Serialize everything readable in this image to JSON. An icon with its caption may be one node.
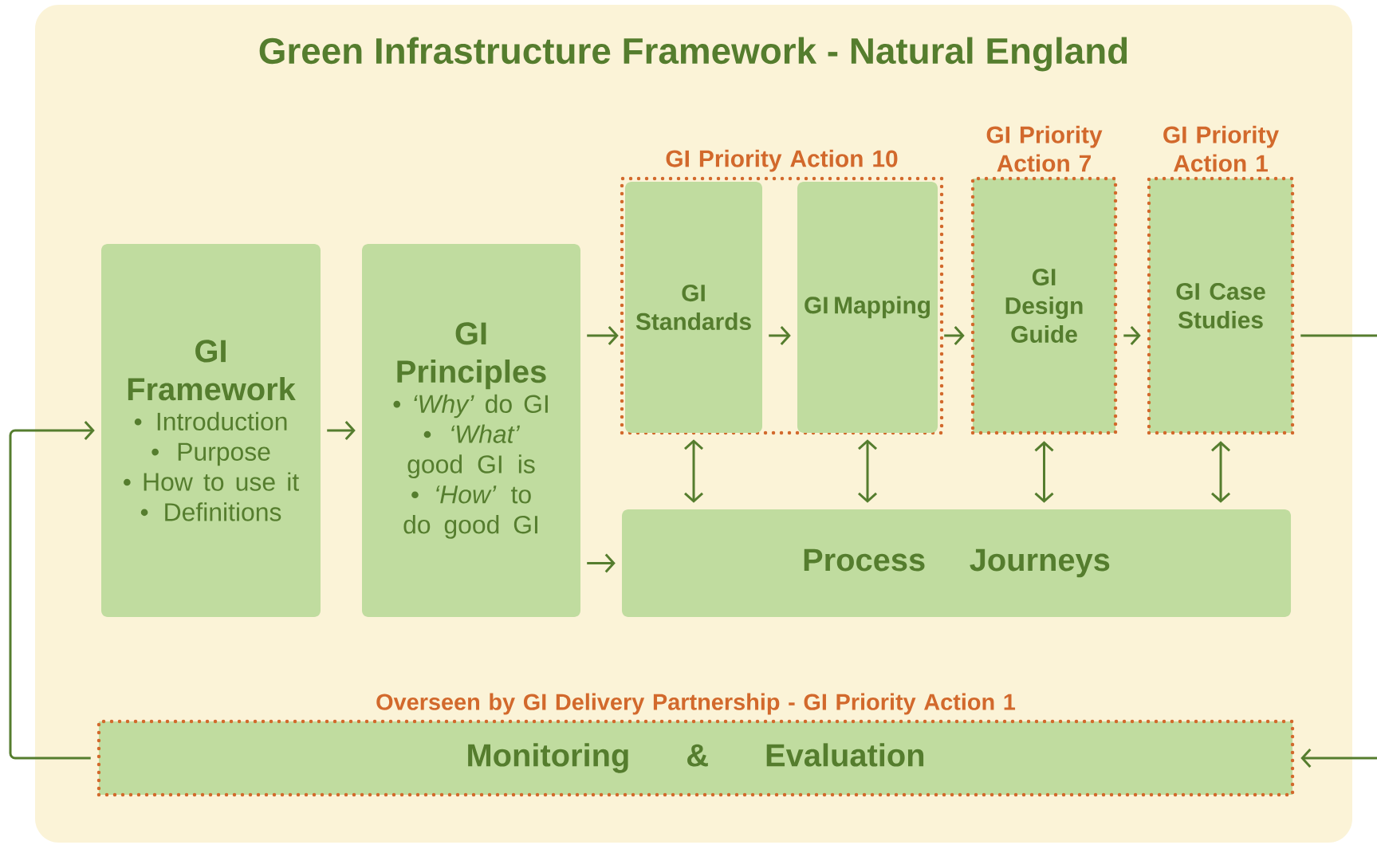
{
  "diagram": {
    "title": "Green Infrastructure Framework - Natural England",
    "nodes": [
      {
        "text": [
          "GI Framework",
          "• Introduction",
          "• Purpose",
          "• How to use it",
          "• Definitions"
        ]
      },
      {
        "text": [
          "GI Principles",
          "• *‘Why’* do GI",
          "• *‘What’* good GI is",
          "• *‘How’* to do good GI"
        ]
      },
      {
        "text": [
          "GI Priority Action 10"
        ]
      },
      {
        "text": [
          "GI Standards"
        ],
        "in": 2
      },
      {
        "text": [
          "GI Mapping"
        ],
        "in": 2
      },
      {
        "text": [
          "GI Priority Action 7",
          "GI Design Guide"
        ]
      },
      {
        "text": [
          "GI Priority Action 1",
          "GI Case Studies"
        ]
      },
      {
        "text": [
          "Process Journeys"
        ]
      },
      {
        "text": [
          "Overseen by GI Delivery Partnership - GI Priority Action 1",
          "Monitoring & Evaluation"
        ]
      }
    ],
    "edges": [
      {
        "from": 0,
        "to": 1,
        "arrow": "to"
      },
      {
        "from": 1,
        "to": 3,
        "arrow": "to"
      },
      {
        "from": 1,
        "to": 7,
        "arrow": "to"
      },
      {
        "from": 3,
        "to": 4,
        "arrow": "to"
      },
      {
        "from": 4,
        "to": 5,
        "arrow": "to"
      },
      {
        "from": 5,
        "to": 6,
        "arrow": "to"
      },
      {
        "from": 6,
        "to": 8,
        "arrow": "to"
      },
      {
        "from": 8,
        "to": 0,
        "arrow": "to"
      },
      {
        "from": 3,
        "to": 7,
        "arrow": "both"
      },
      {
        "from": 4,
        "to": 7,
        "arrow": "both"
      },
      {
        "from": 5,
        "to": 7,
        "arrow": "both"
      },
      {
        "from": 6,
        "to": 7,
        "arrow": "both"
      }
    ]
  }
}
